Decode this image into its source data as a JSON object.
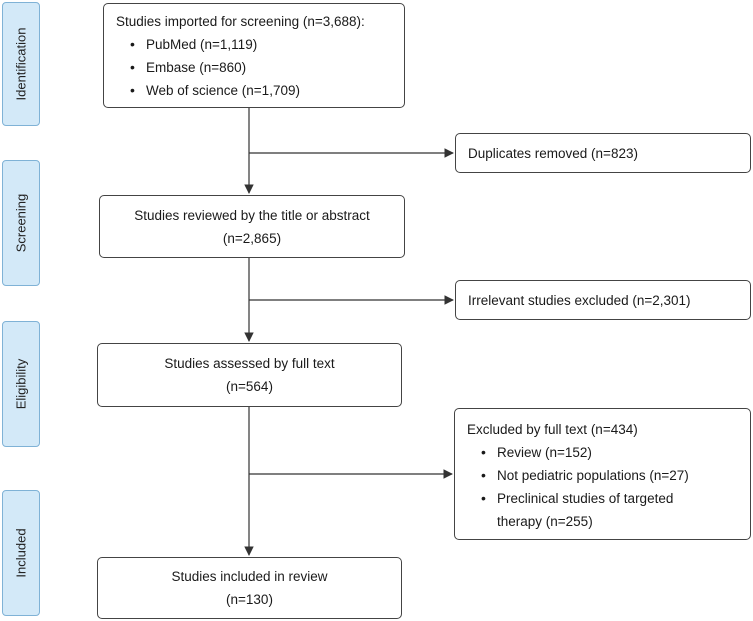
{
  "stages": [
    "Identification",
    "Screening",
    "Eligibility",
    "Included"
  ],
  "imported": {
    "title": "Studies imported for screening (n=3,688):",
    "items": [
      "PubMed (n=1,119)",
      "Embase (n=860)",
      "Web of science (n=1,709)"
    ]
  },
  "duplicates": "Duplicates removed (n=823)",
  "reviewed": {
    "line1": "Studies reviewed by the title or abstract",
    "line2": "(n=2,865)"
  },
  "irrelevant": "Irrelevant studies excluded (n=2,301)",
  "assessed": {
    "line1": "Studies assessed by full text",
    "line2": "(n=564)"
  },
  "excluded": {
    "title": "Excluded by full text (n=434)",
    "items": [
      "Review (n=152)",
      "Not pediatric populations (n=27)",
      "Preclinical studies of targeted therapy (n=255)"
    ]
  },
  "included": {
    "line1": "Studies included in review",
    "line2": "(n=130)"
  },
  "colors": {
    "stage_fill": "#d3e9f8",
    "stage_border": "#7fb2d6",
    "line": "#333333"
  }
}
